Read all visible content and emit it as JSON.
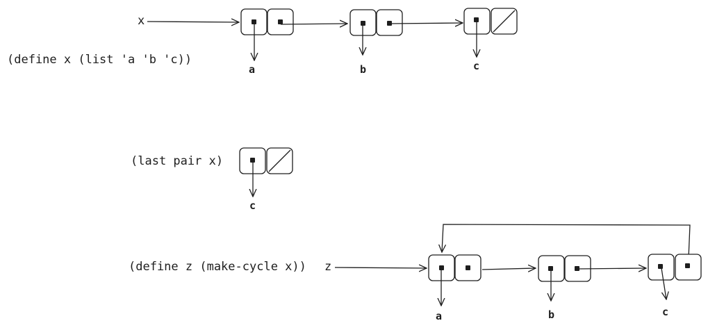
{
  "labels": {
    "var_x": "x",
    "define_x": "(define x (list 'a 'b 'c))",
    "last_pair": "(last pair x)",
    "define_z": "(define z (make-cycle x))",
    "var_z": "z"
  },
  "atoms": {
    "x_list": [
      "a",
      "b",
      "c"
    ],
    "last_pair_car": "c",
    "z_list": [
      "a",
      "b",
      "c"
    ]
  }
}
